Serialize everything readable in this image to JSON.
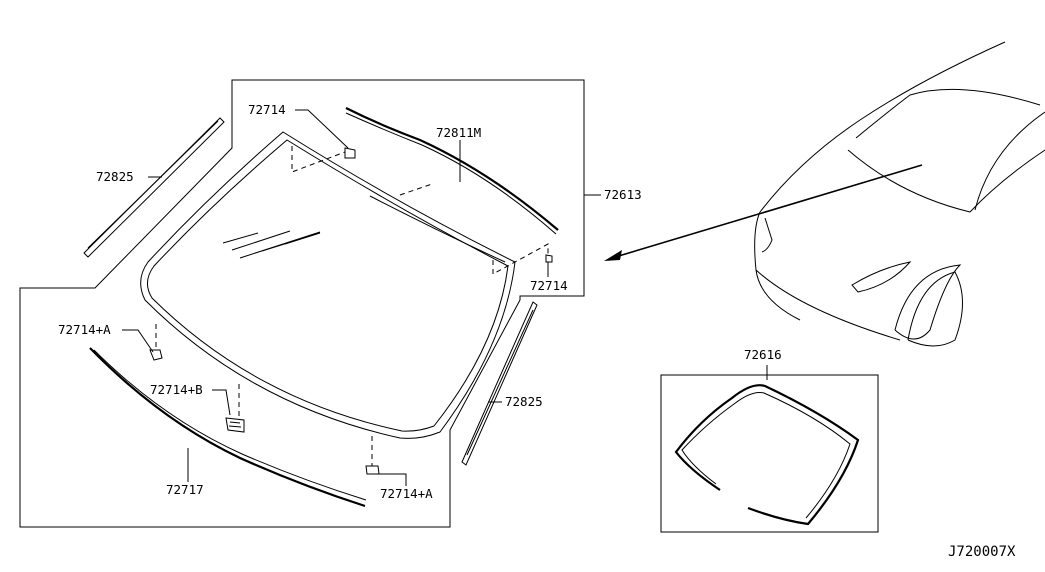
{
  "diagram": {
    "labels": {
      "clip_top": "72714",
      "molding_top": "72811M",
      "windshield": "72613",
      "side_molding_left": "72825",
      "clip_right": "72714",
      "clip_a_left": "72714+A",
      "clip_b": "72714+B",
      "side_molding_right": "72825",
      "cowl_seal": "72717",
      "clip_a_bottom": "72714+A",
      "dam_seal": "72616"
    },
    "diagram_code": "J720007X"
  }
}
